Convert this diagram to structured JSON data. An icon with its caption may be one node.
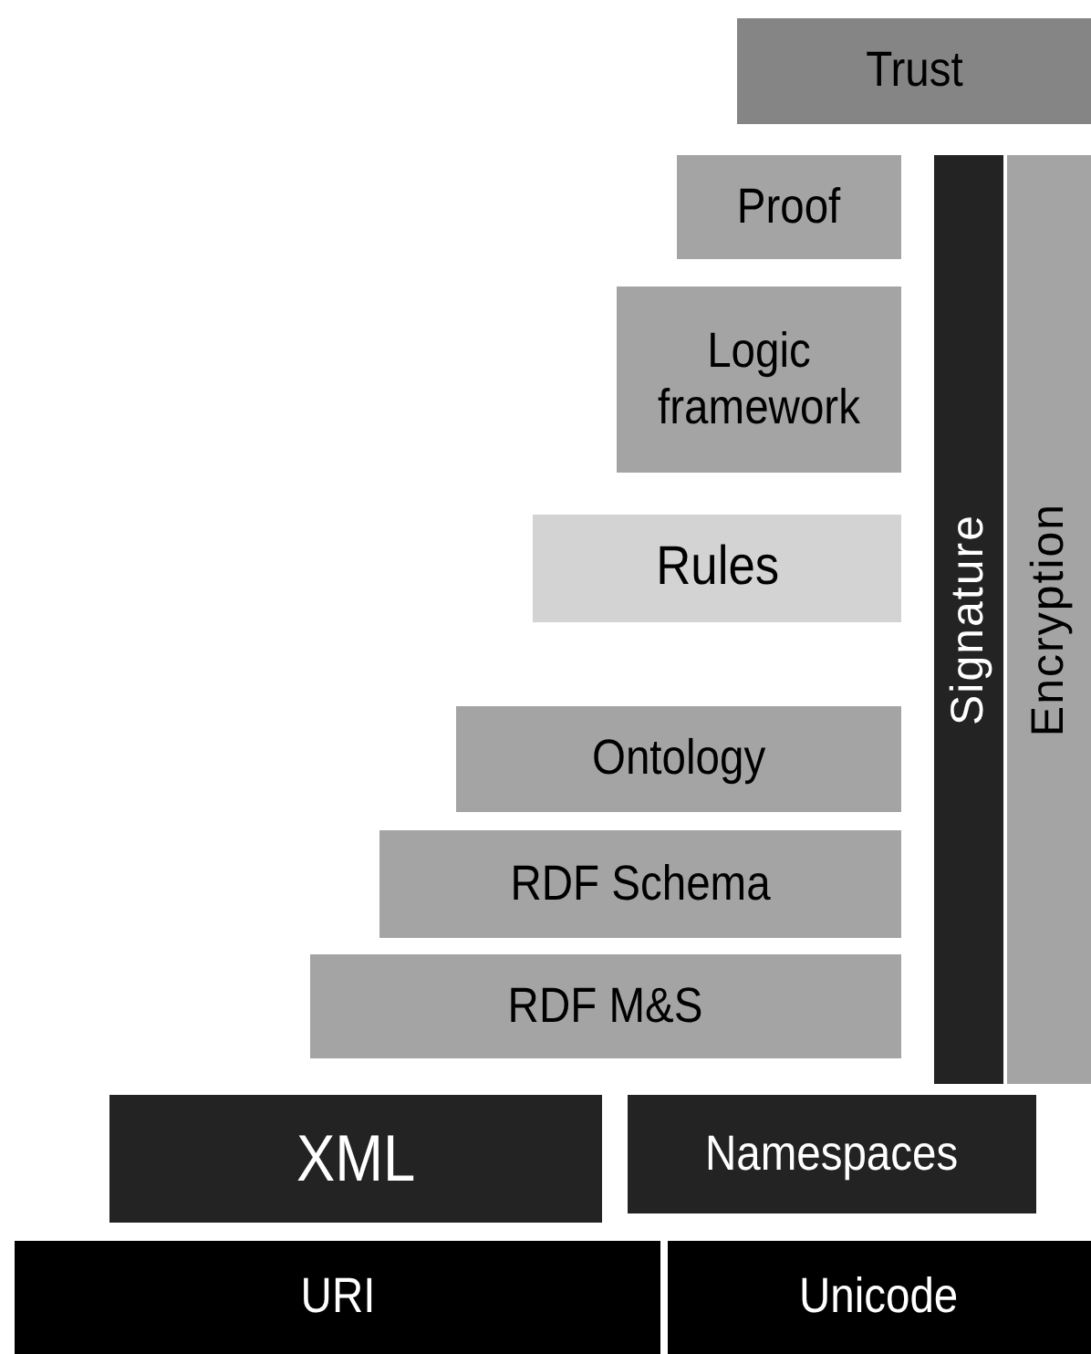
{
  "diagram": {
    "nodes": [
      {
        "text": [
          "Trust"
        ]
      },
      {
        "text": [
          "Proof"
        ]
      },
      {
        "text": [
          "Logic framework"
        ]
      },
      {
        "text": [
          "Rules"
        ]
      },
      {
        "text": [
          "Ontology"
        ]
      },
      {
        "text": [
          "RDF Schema"
        ]
      },
      {
        "text": [
          "RDF M&S"
        ]
      },
      {
        "text": [
          "Signature"
        ]
      },
      {
        "text": [
          "Encryption"
        ]
      },
      {
        "text": [
          "XML"
        ]
      },
      {
        "text": [
          "Namespaces"
        ]
      },
      {
        "text": [
          "URI"
        ]
      },
      {
        "text": [
          "Unicode"
        ]
      }
    ]
  }
}
